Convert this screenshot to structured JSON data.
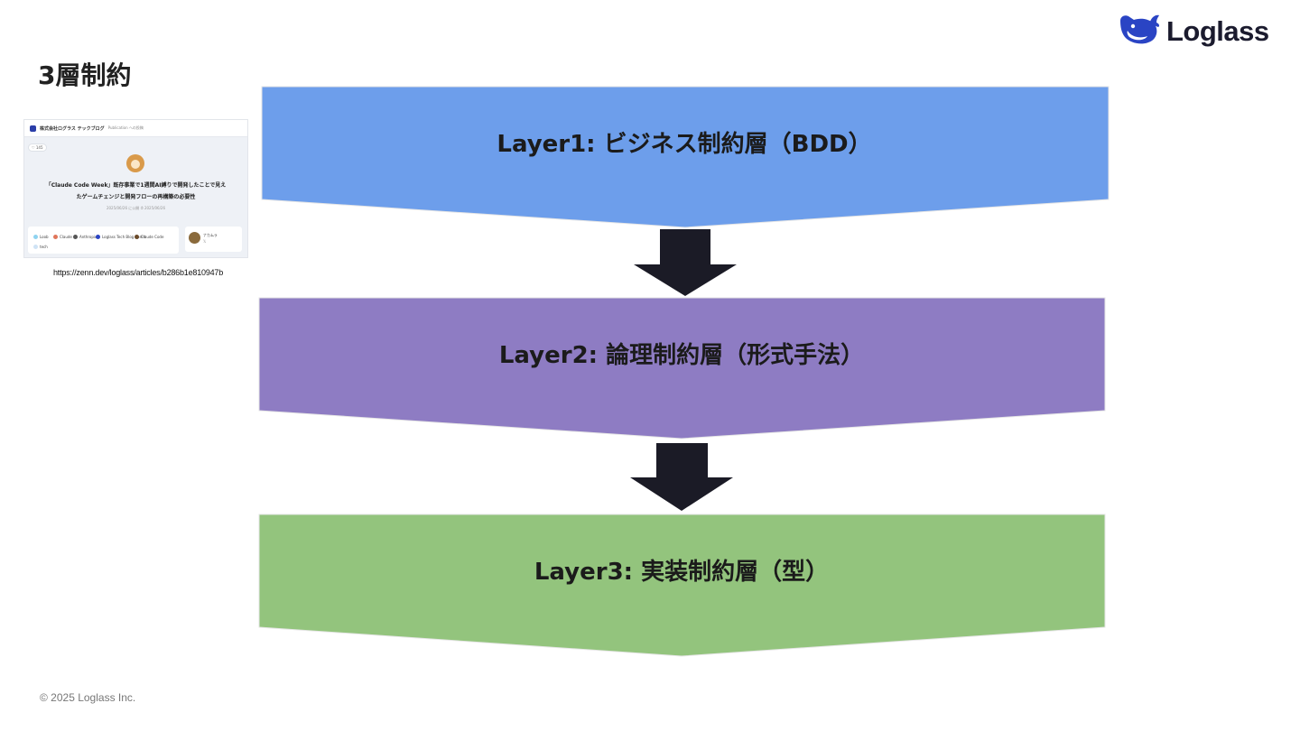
{
  "slide": {
    "title": "3層制約",
    "footer": "© 2025 Loglass Inc."
  },
  "logo": {
    "text": "Loglass",
    "icon": "whale-icon",
    "color": "#2a44c4"
  },
  "thumbnail": {
    "brand": "株式会社ログラス テックブログ",
    "badge": "Publication への投稿",
    "like": "♡ 145",
    "title_line1": "「Claude Code Week」既存事業で1週間AI縛りで開発したことで見え",
    "title_line2": "たゲームチェンジと開発フローの再構築の必要性",
    "date": "2025/06/26 に公開  ⏱ 2025/06/26",
    "tags": [
      "Loob",
      "Claude",
      "Anthropic",
      "Loglass Tech Blog Sprint",
      "Claude Code",
      "tech"
    ],
    "author_name": "ナカムラ",
    "author_sub": "𝕏",
    "url": "https://zenn.dev/loglass/articles/b286b1e810947b"
  },
  "layers": [
    {
      "label": "Layer1: ビジネス制約層（BDD）",
      "color": "#6d9eeb"
    },
    {
      "label": "Layer2: 論理制約層（形式手法）",
      "color": "#8e7cc3"
    },
    {
      "label": "Layer3: 実装制約層（型）",
      "color": "#93c47d"
    }
  ],
  "arrow_color": "#1b1b26"
}
